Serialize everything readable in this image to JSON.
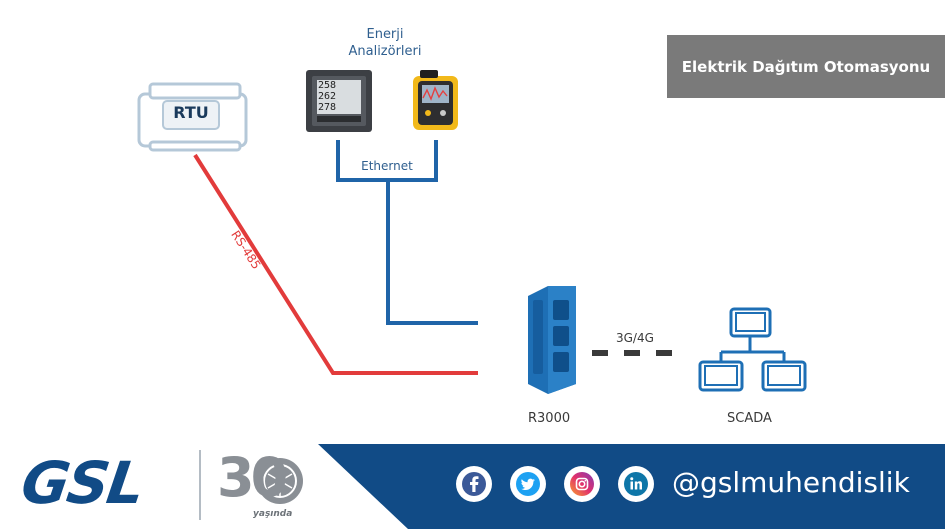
{
  "header": {
    "title": "Elektrik Dağıtım Otomasyonu"
  },
  "diagram": {
    "rtu_label": "RTU",
    "analyzers_label_line1": "Enerji",
    "analyzers_label_line2": "Analizörleri",
    "meter_reading_1": "258",
    "meter_reading_2": "262",
    "meter_reading_3": "278",
    "ethernet_label": "Ethernet",
    "rs485_label": "RS-485",
    "cellular_label": "3G/4G",
    "router_label": "R3000",
    "scada_label": "SCADA",
    "colors": {
      "ethernet_line": "#1f64a8",
      "rs485_line": "#e23b3b",
      "device_blue": "#1e6fb5",
      "title_bg": "#7a7a7a"
    }
  },
  "footer": {
    "brand": "GSL",
    "anniversary_number": "30",
    "anniversary_caption": "yaşında",
    "handle": "@gslmuhendislik",
    "social_icons": [
      "facebook-icon",
      "twitter-icon",
      "instagram-icon",
      "linkedin-icon"
    ],
    "bar_color": "#114b86"
  }
}
